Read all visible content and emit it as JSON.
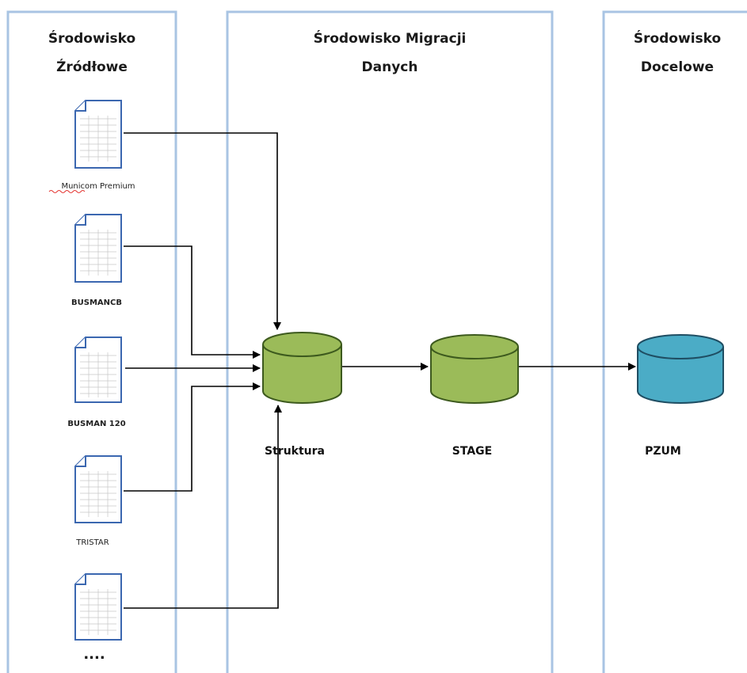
{
  "zones": {
    "source": {
      "title_line1": "Środowisko",
      "title_line2": "Źródłowe"
    },
    "migration": {
      "title_line1": "Środowisko Migracji",
      "title_line2": "Danych"
    },
    "target": {
      "title_line1": "Środowisko",
      "title_line2": "Docelowe"
    }
  },
  "sources": [
    {
      "label": "Municom  Premium"
    },
    {
      "label": "BUSMANCB"
    },
    {
      "label": "BUSMAN 120"
    },
    {
      "label": "TRISTAR"
    },
    {
      "label": "...."
    }
  ],
  "databases": {
    "struktura": {
      "label": "Struktura",
      "fill": "#9bbb59",
      "stroke": "#3d5a1e"
    },
    "stage": {
      "label": "STAGE",
      "fill": "#9bbb59",
      "stroke": "#3d5a1e"
    },
    "pzum": {
      "label": "PZUM",
      "fill": "#4bacc6",
      "stroke": "#1f4e63"
    }
  },
  "colors": {
    "lane_border": "#a9c4e3",
    "document_border": "#3b67b0",
    "arrow": "#000000"
  }
}
